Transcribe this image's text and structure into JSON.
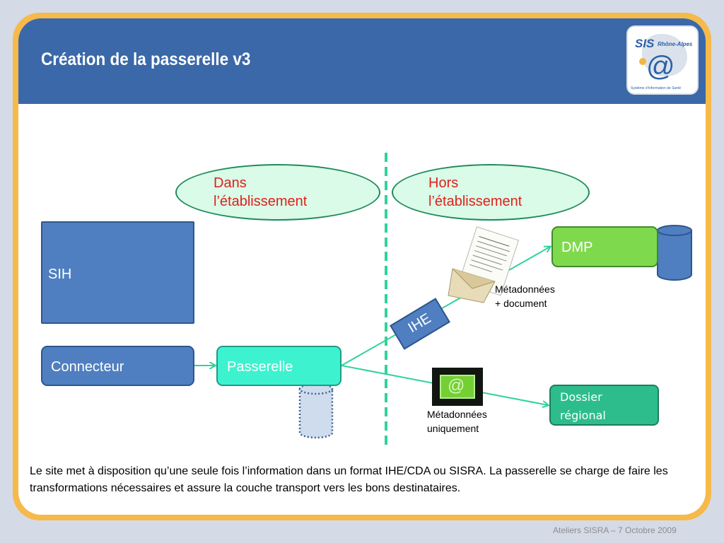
{
  "slide": {
    "title": "Création de la passerelle v3",
    "logo": {
      "name": "SIS",
      "region": "Rhône-Alpes",
      "symbol": "@",
      "tagline": "Système d’Information de Santé"
    },
    "zones": {
      "inside": [
        "Dans",
        "l’établissement"
      ],
      "outside": [
        "Hors",
        "l’établissement"
      ]
    },
    "nodes": {
      "sih": "SIH",
      "connecteur": "Connecteur",
      "passerelle": "Passerelle",
      "dmp": "DMP",
      "dossier": [
        "Dossier",
        "régional"
      ],
      "ihe": "IHE"
    },
    "annotations": {
      "metadata_document": [
        "Métadonnées",
        "+ document"
      ],
      "metadata_only": [
        "Métadonnées",
        "uniquement"
      ]
    },
    "body_text": "Le site met à disposition qu’une seule fois l’information dans un format IHE/CDA ou SISRA. La passerelle se charge de faire les transformations nécessaires et assure la couche transport vers les bons destinataires.",
    "footer": "Ateliers SISRA – 7 Octobre 2009"
  },
  "colors": {
    "header_blue": "#3a68a8",
    "frame_orange": "#f6b94a",
    "node_blue": "#4f7fc0",
    "passerelle_cyan": "#3df2cf",
    "dmp_green": "#7fd94d",
    "dossier_green": "#2dbd8c",
    "zone_label_red": "#e1201a",
    "separator_green": "#2fd49a"
  }
}
